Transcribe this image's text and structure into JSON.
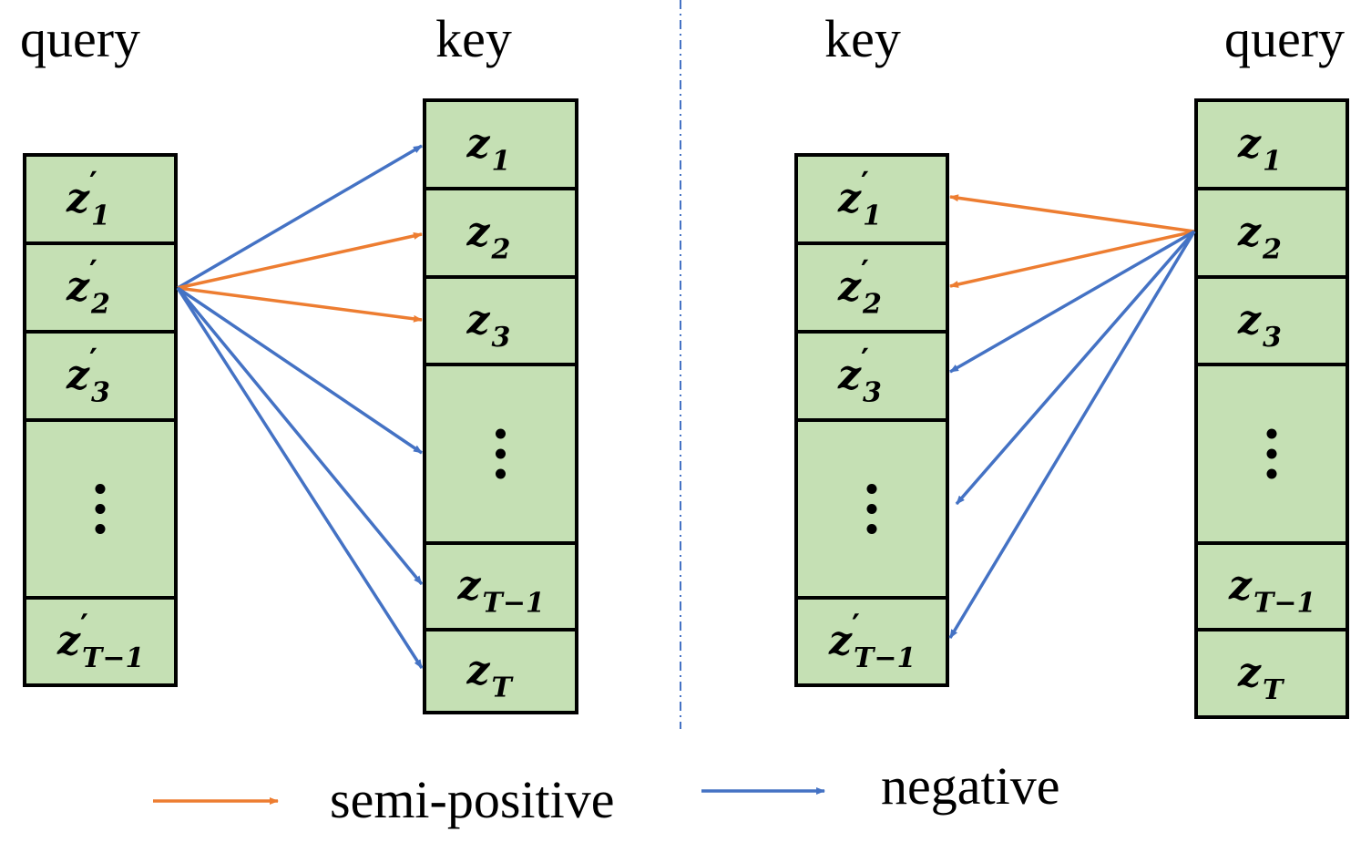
{
  "colors": {
    "cell_fill": "#c5e0b4",
    "semi_positive": "#ed7d31",
    "negative": "#4472c4",
    "divider": "#4472c4"
  },
  "panels": [
    {
      "columns": [
        {
          "title": "query",
          "cells": [
            {
              "main": "z",
              "sub": "1",
              "prime": "′"
            },
            {
              "main": "z",
              "sub": "2",
              "prime": "′"
            },
            {
              "main": "z",
              "sub": "3",
              "prime": "′"
            },
            {
              "ellipsis": true
            },
            {
              "main": "z",
              "sub": "T−1",
              "prime": "′"
            }
          ]
        },
        {
          "title": "key",
          "cells": [
            {
              "main": "z",
              "sub": "1",
              "prime": ""
            },
            {
              "main": "z",
              "sub": "2",
              "prime": ""
            },
            {
              "main": "z",
              "sub": "3",
              "prime": ""
            },
            {
              "ellipsis": true
            },
            {
              "main": "z",
              "sub": "T−1",
              "prime": ""
            },
            {
              "main": "z",
              "sub": "T",
              "prime": ""
            }
          ]
        }
      ],
      "arrows": [
        {
          "kind": "negative",
          "to": "z1"
        },
        {
          "kind": "semi-positive",
          "to": "z2"
        },
        {
          "kind": "semi-positive",
          "to": "z3"
        },
        {
          "kind": "negative",
          "to": "ellipsis"
        },
        {
          "kind": "negative",
          "to": "zT-1"
        },
        {
          "kind": "negative",
          "to": "zT"
        }
      ]
    },
    {
      "columns": [
        {
          "title": "key",
          "cells": [
            {
              "main": "z",
              "sub": "1",
              "prime": "′"
            },
            {
              "main": "z",
              "sub": "2",
              "prime": "′"
            },
            {
              "main": "z",
              "sub": "3",
              "prime": "′"
            },
            {
              "ellipsis": true
            },
            {
              "main": "z",
              "sub": "T−1",
              "prime": "′"
            }
          ]
        },
        {
          "title": "query",
          "cells": [
            {
              "main": "z",
              "sub": "1",
              "prime": ""
            },
            {
              "main": "z",
              "sub": "2",
              "prime": ""
            },
            {
              "main": "z",
              "sub": "3",
              "prime": ""
            },
            {
              "ellipsis": true
            },
            {
              "main": "z",
              "sub": "T−1",
              "prime": ""
            },
            {
              "main": "z",
              "sub": "T",
              "prime": ""
            }
          ]
        }
      ],
      "arrows": [
        {
          "kind": "semi-positive",
          "to": "z1'"
        },
        {
          "kind": "semi-positive",
          "to": "z2'"
        },
        {
          "kind": "negative",
          "to": "z3'"
        },
        {
          "kind": "negative",
          "to": "ellipsis"
        },
        {
          "kind": "negative",
          "to": "zT-1'"
        }
      ]
    }
  ],
  "legend": {
    "semi_positive_label": "semi-positive",
    "negative_label": "negative"
  }
}
